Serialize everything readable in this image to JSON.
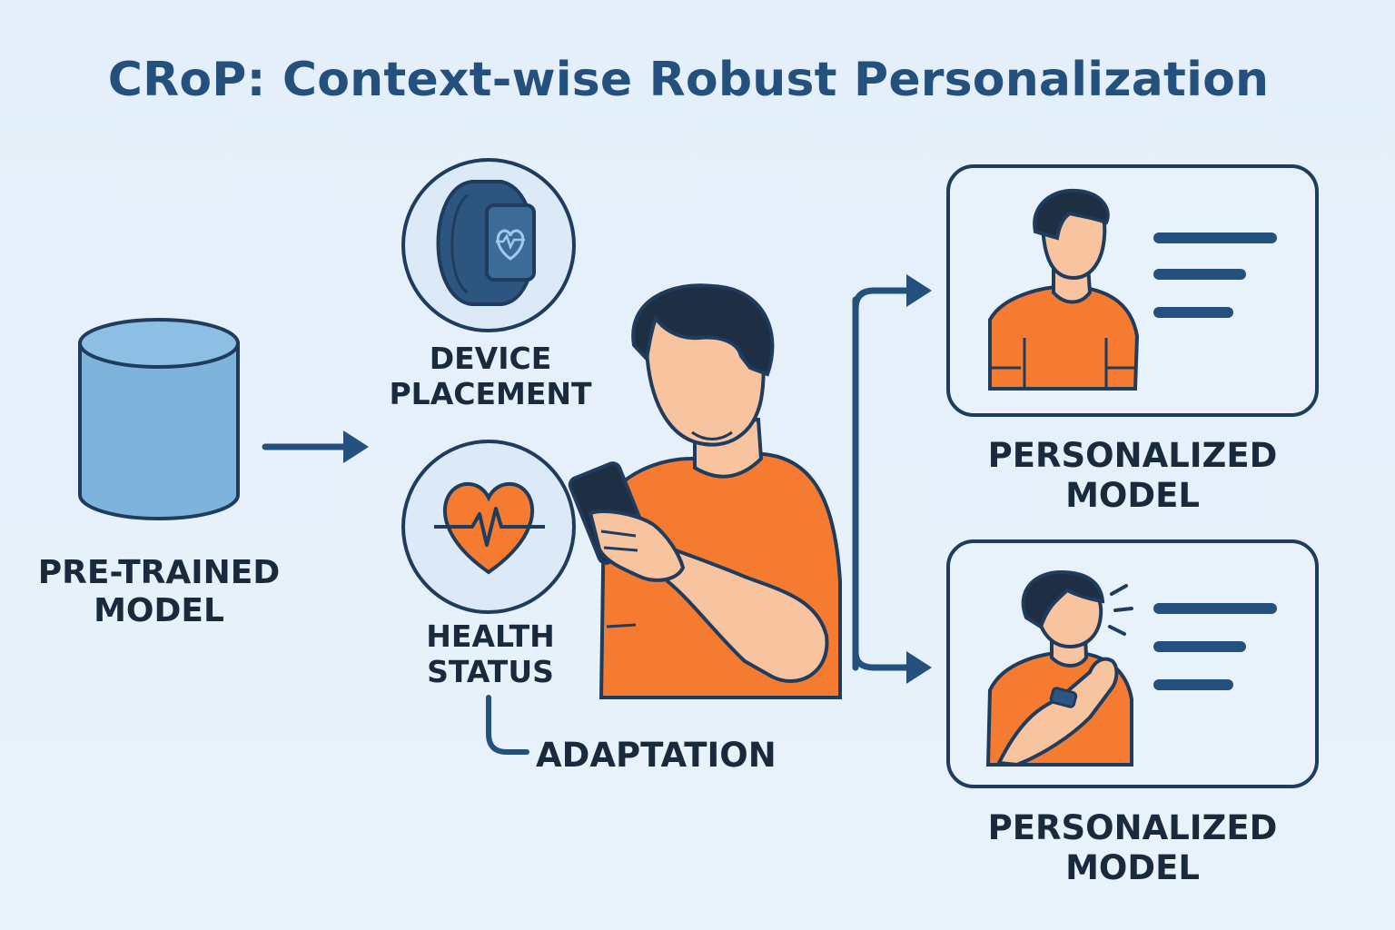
{
  "title": "CRoP: Context-wise Robust Personalization",
  "source": {
    "label_line1": "PRE-TRAINED",
    "label_line2": "MODEL"
  },
  "contexts": {
    "device": {
      "label_line1": "DEVICE",
      "label_line2": "PLACEMENT"
    },
    "health": {
      "label_line1": "HEALTH",
      "label_line2": "STATUS"
    }
  },
  "adaptation_label": "ADAPTATION",
  "outputs": {
    "top": {
      "label_line1": "PERSONALIZED",
      "label_line2": "MODEL"
    },
    "bottom": {
      "label_line1": "PERSONALIZED",
      "label_line2": "MODEL"
    }
  },
  "colors": {
    "background": "#e6f0fa",
    "title": "#24507e",
    "outline": "#1f3c5e",
    "accent_blue": "#24507e",
    "cylinder_fill": "#7eb3dc",
    "shirt": "#f47b2f",
    "skin": "#f8c4a0",
    "hair": "#1e2f44",
    "label_text": "#1a2a3d"
  }
}
